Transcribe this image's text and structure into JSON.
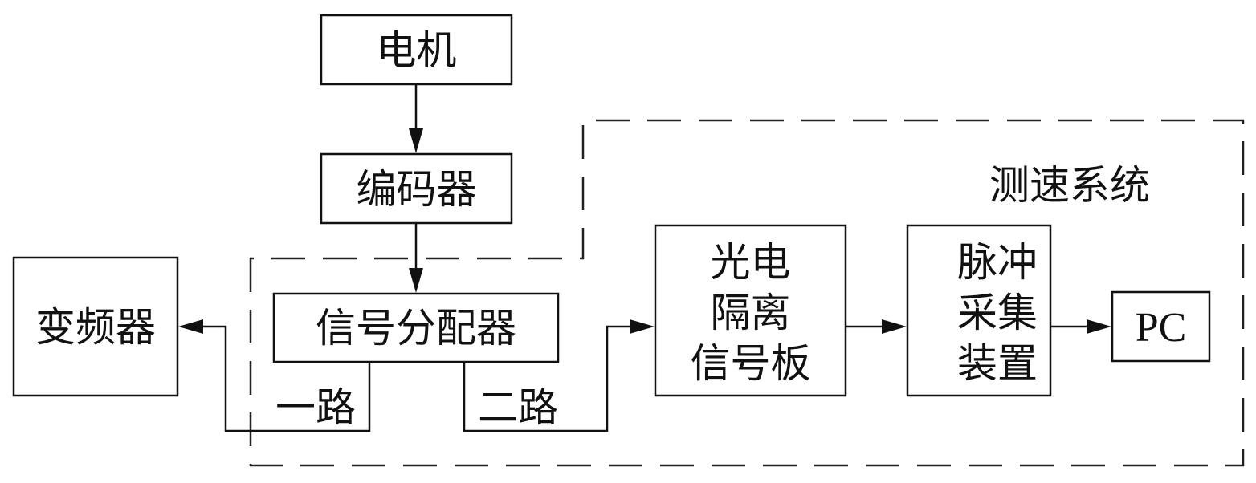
{
  "nodes": {
    "motor": "电机",
    "encoder": "编码器",
    "distributor": "信号分配器",
    "inverter": "变频器",
    "isolation": [
      "光电",
      "隔离",
      "信号板"
    ],
    "acquisition": [
      "脉冲",
      "采集",
      "装置"
    ],
    "pc": "PC"
  },
  "edge_labels": {
    "route1": "一路",
    "route2": "二路"
  },
  "group": {
    "title": "测速系统"
  }
}
